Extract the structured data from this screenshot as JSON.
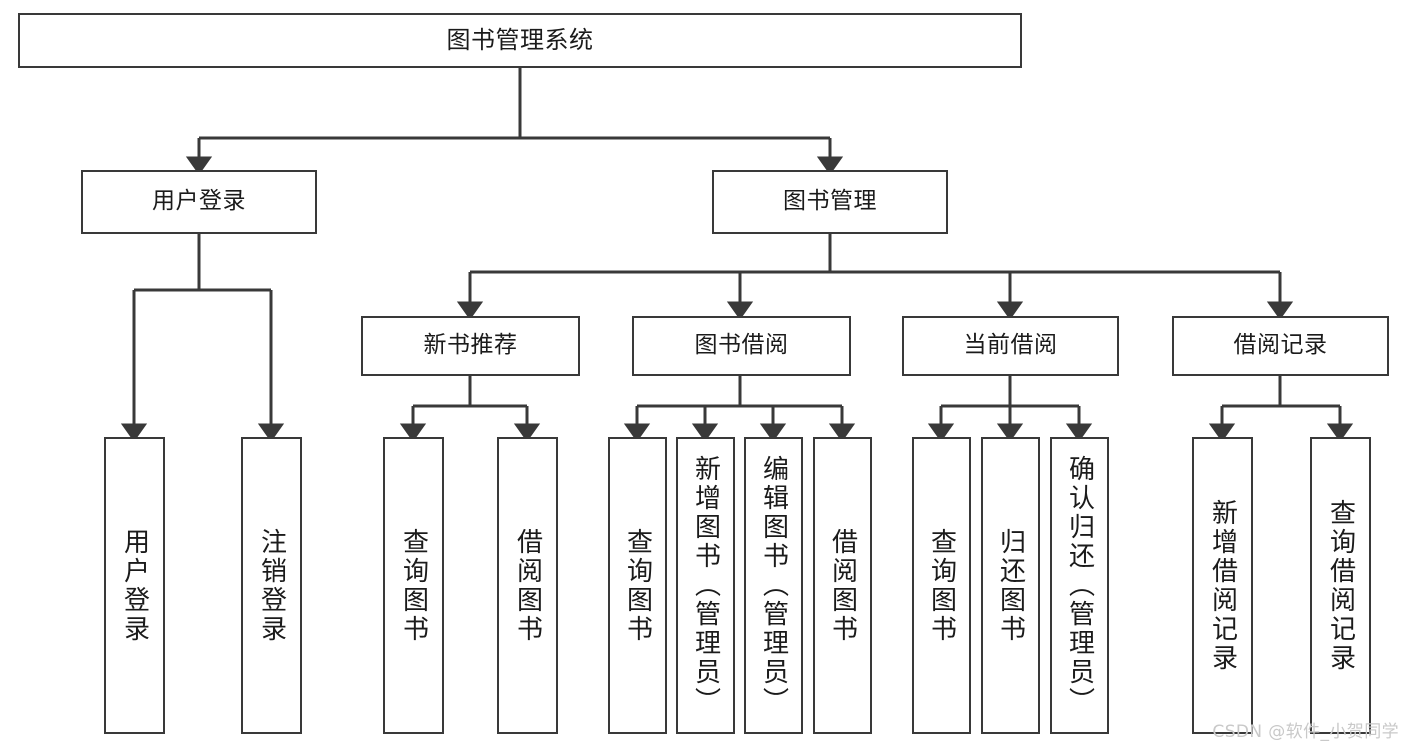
{
  "diagram": {
    "type": "tree",
    "title": "图书管理系统",
    "root": {
      "label": "图书管理系统"
    },
    "level2": [
      {
        "label": "用户登录"
      },
      {
        "label": "图书管理"
      }
    ],
    "level3": [
      {
        "label": "新书推荐"
      },
      {
        "label": "图书借阅"
      },
      {
        "label": "当前借阅"
      },
      {
        "label": "借阅记录"
      }
    ],
    "leaves": {
      "user_login": [
        {
          "label": "用户登录"
        },
        {
          "label": "注销登录"
        }
      ],
      "new_book_recommend": [
        {
          "label": "查询图书"
        },
        {
          "label": "借阅图书"
        }
      ],
      "book_borrow": [
        {
          "label": "查询图书"
        },
        {
          "label": "新增图书（管理员）"
        },
        {
          "label": "编辑图书（管理员）"
        },
        {
          "label": "借阅图书"
        }
      ],
      "current_borrow": [
        {
          "label": "查询图书"
        },
        {
          "label": "归还图书"
        },
        {
          "label": "确认归还（管理员）"
        }
      ],
      "borrow_record": [
        {
          "label": "新增借阅记录"
        },
        {
          "label": "查询借阅记录"
        }
      ]
    },
    "colors": {
      "border": "#393939",
      "background": "#ffffff",
      "text": "#1b1b1b",
      "connector": "#393939",
      "watermark": "#c9c9c9"
    }
  },
  "watermark": {
    "text": "CSDN @软件_小贺同学"
  }
}
